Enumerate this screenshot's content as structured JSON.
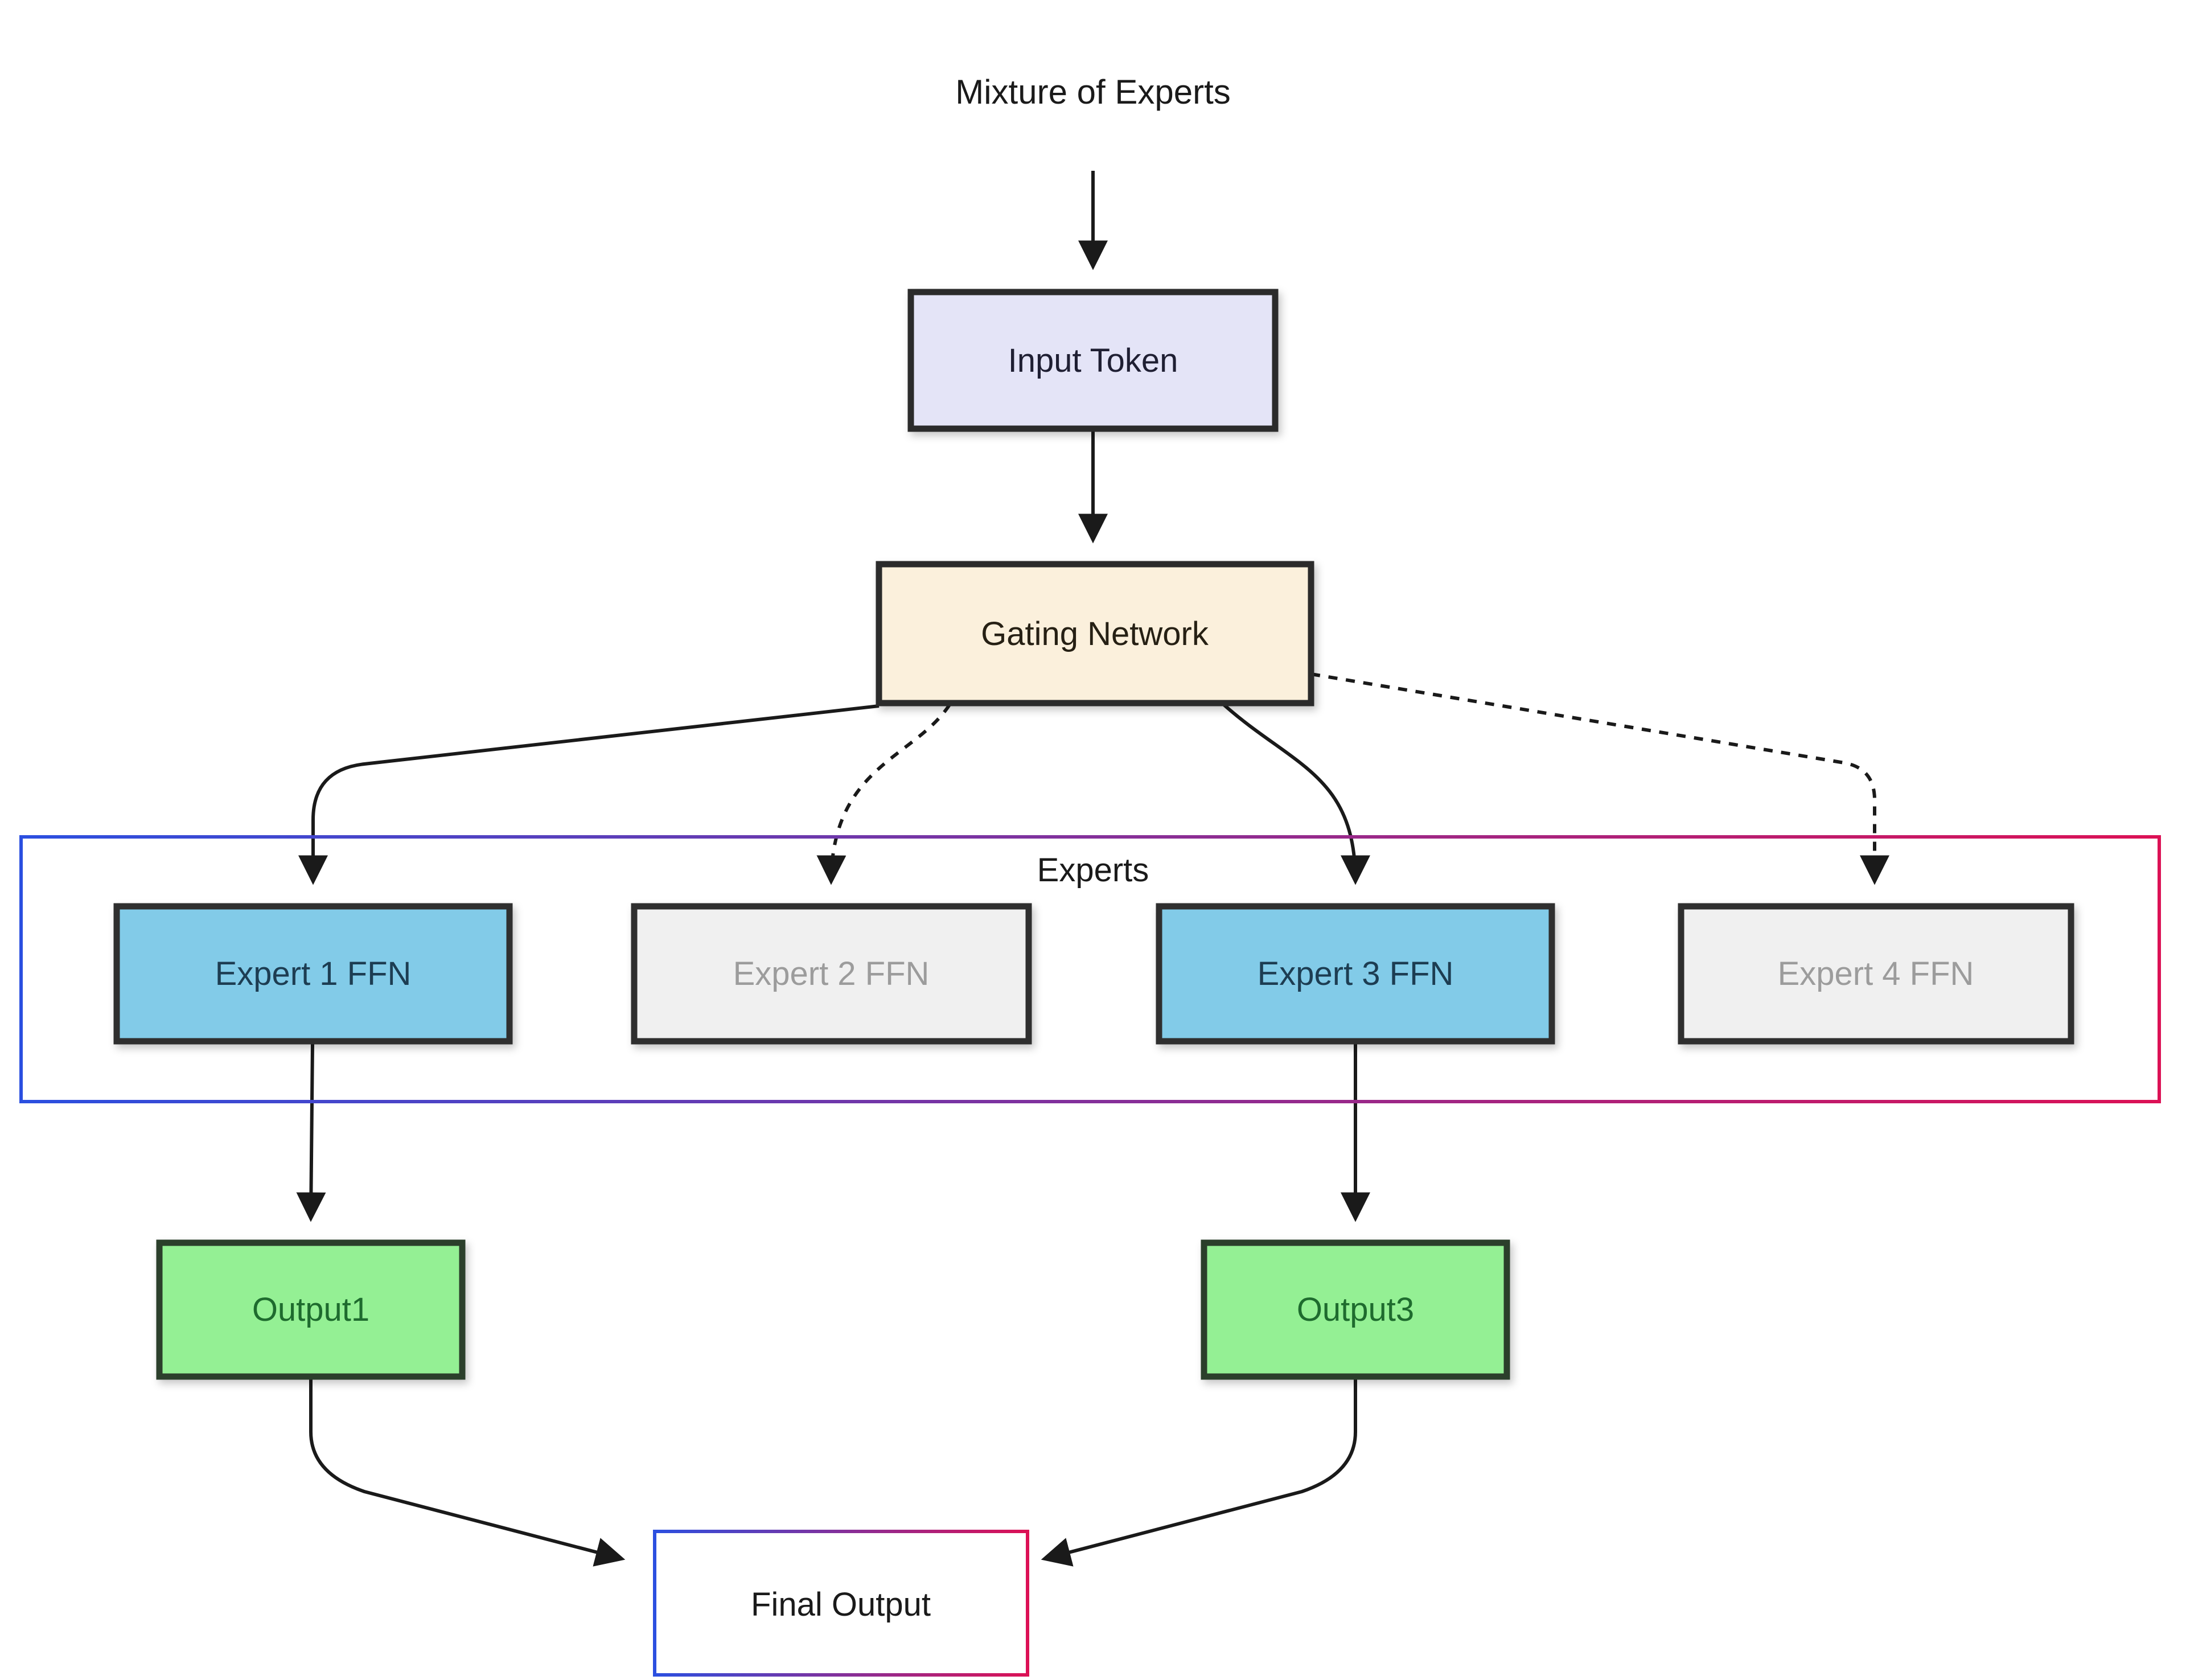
{
  "diagram": {
    "title": "Mixture of Experts",
    "group_label": "Experts"
  },
  "nodes": {
    "input_token": {
      "label": "Input Token",
      "fill": "#e4e4f7",
      "border": "#2b2b2b",
      "text_color": "#1f1f33"
    },
    "gating_network": {
      "label": "Gating Network",
      "fill": "#fbf0dc",
      "border": "#2b2b2b",
      "text_color": "#262014"
    },
    "expert1": {
      "label": "Expert 1 FFN",
      "fill": "#82cbe8",
      "border": "#2f2f2f",
      "text_color": "#1d3d52",
      "state": "selected"
    },
    "expert2": {
      "label": "Expert 2 FFN",
      "fill": "#f0f0f0",
      "border": "#2f2f2f",
      "text_color": "#9c9c9c",
      "state": "inactive"
    },
    "expert3": {
      "label": "Expert 3 FFN",
      "fill": "#82cbe8",
      "border": "#2f2f2f",
      "text_color": "#1d3d52",
      "state": "selected"
    },
    "expert4": {
      "label": "Expert 4 FFN",
      "fill": "#f0f0f0",
      "border": "#2f2f2f",
      "text_color": "#9c9c9c",
      "state": "inactive"
    },
    "output1": {
      "label": "Output1",
      "fill": "#94f094",
      "border": "#2b3f2b",
      "text_color": "#1e6b2e"
    },
    "output3": {
      "label": "Output3",
      "fill": "#94f094",
      "border": "#2b3f2b",
      "text_color": "#1e6b2e"
    },
    "final_output": {
      "label": "Final Output",
      "fill": "#ffffff",
      "text_color": "#1a1a1a"
    }
  },
  "colors": {
    "background": "#ffffff",
    "edge": "#1a1a1a",
    "gradient_start": "#2b4fe0",
    "gradient_end": "#dc1155"
  },
  "edges": [
    {
      "from": "title",
      "to": "input_token",
      "style": "solid"
    },
    {
      "from": "input_token",
      "to": "gating_network",
      "style": "solid"
    },
    {
      "from": "gating_network",
      "to": "expert1",
      "style": "solid"
    },
    {
      "from": "gating_network",
      "to": "expert2",
      "style": "dashed"
    },
    {
      "from": "gating_network",
      "to": "expert3",
      "style": "solid"
    },
    {
      "from": "gating_network",
      "to": "expert4",
      "style": "dashed"
    },
    {
      "from": "expert1",
      "to": "output1",
      "style": "solid"
    },
    {
      "from": "expert3",
      "to": "output3",
      "style": "solid"
    },
    {
      "from": "output1",
      "to": "final_output",
      "style": "solid"
    },
    {
      "from": "output3",
      "to": "final_output",
      "style": "solid"
    }
  ]
}
